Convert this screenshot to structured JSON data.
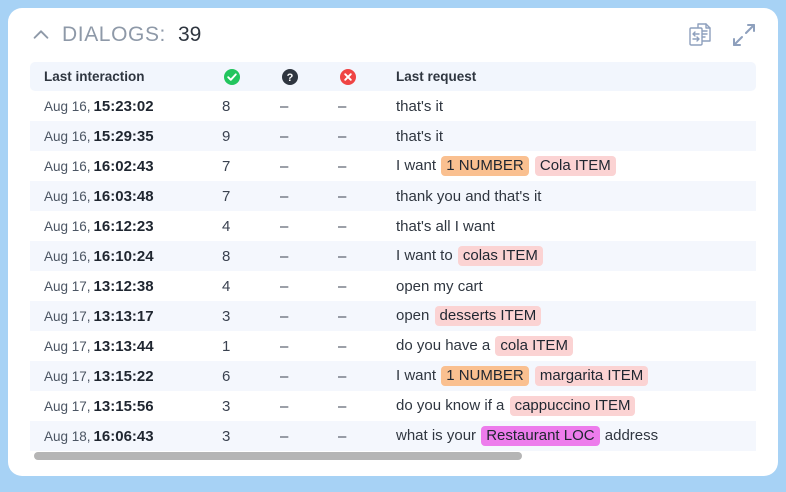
{
  "panel": {
    "title_label": "DIALOGS:",
    "count": "39",
    "collapse_icon": "chevron-up-icon",
    "actions": [
      {
        "name": "compare-documents-icon",
        "label": "compare-documents"
      },
      {
        "name": "expand-fullscreen-icon",
        "label": "expand-fullscreen"
      }
    ]
  },
  "colors": {
    "page_background": "#a7d2f5",
    "card_background": "#ffffff",
    "header_row": "#f2f6fd",
    "row_alt": "#f4f7fd",
    "title_grey": "#8e99a8",
    "status_ok": "#22c55e",
    "status_question": "#2f3640",
    "status_fail": "#ef4444",
    "entity_number": "#fac090",
    "entity_item": "#fbd3d3",
    "entity_loc": "#ed7cec",
    "scrollbar_thumb": "#b5b5b5"
  },
  "table": {
    "columns": [
      {
        "key": "date",
        "label": "Last interaction",
        "type": "text"
      },
      {
        "key": "ok",
        "label": "",
        "icon": "check-circle-icon",
        "type": "icon"
      },
      {
        "key": "question",
        "label": "",
        "icon": "question-circle-icon",
        "type": "icon"
      },
      {
        "key": "fail",
        "label": "",
        "icon": "x-circle-icon",
        "type": "icon"
      },
      {
        "key": "request",
        "label": "Last request",
        "type": "text"
      }
    ],
    "rows": [
      {
        "day": "Aug 16,",
        "time": "15:23:02",
        "ok": "8",
        "question": "–",
        "fail": "–",
        "request_parts": [
          {
            "t": "that's it",
            "e": null
          }
        ]
      },
      {
        "day": "Aug 16,",
        "time": "15:29:35",
        "ok": "9",
        "question": "–",
        "fail": "–",
        "request_parts": [
          {
            "t": "that's it",
            "e": null
          }
        ]
      },
      {
        "day": "Aug 16,",
        "time": "16:02:43",
        "ok": "7",
        "question": "–",
        "fail": "–",
        "request_parts": [
          {
            "t": "I want ",
            "e": null
          },
          {
            "t": "1 NUMBER",
            "e": "number"
          },
          {
            "t": " ",
            "e": null
          },
          {
            "t": "Cola ITEM",
            "e": "item"
          }
        ]
      },
      {
        "day": "Aug 16,",
        "time": "16:03:48",
        "ok": "7",
        "question": "–",
        "fail": "–",
        "request_parts": [
          {
            "t": "thank you and that's it",
            "e": null
          }
        ]
      },
      {
        "day": "Aug 16,",
        "time": "16:12:23",
        "ok": "4",
        "question": "–",
        "fail": "–",
        "request_parts": [
          {
            "t": "that's all I want",
            "e": null
          }
        ]
      },
      {
        "day": "Aug 16,",
        "time": "16:10:24",
        "ok": "8",
        "question": "–",
        "fail": "–",
        "request_parts": [
          {
            "t": "I want to ",
            "e": null
          },
          {
            "t": "colas ITEM",
            "e": "item"
          }
        ]
      },
      {
        "day": "Aug 17,",
        "time": "13:12:38",
        "ok": "4",
        "question": "–",
        "fail": "–",
        "request_parts": [
          {
            "t": "open my cart",
            "e": null
          }
        ]
      },
      {
        "day": "Aug 17,",
        "time": "13:13:17",
        "ok": "3",
        "question": "–",
        "fail": "–",
        "request_parts": [
          {
            "t": "open ",
            "e": null
          },
          {
            "t": "desserts ITEM",
            "e": "item"
          }
        ]
      },
      {
        "day": "Aug 17,",
        "time": "13:13:44",
        "ok": "1",
        "question": "–",
        "fail": "–",
        "request_parts": [
          {
            "t": "do you have a ",
            "e": null
          },
          {
            "t": "cola ITEM",
            "e": "item"
          }
        ]
      },
      {
        "day": "Aug 17,",
        "time": "13:15:22",
        "ok": "6",
        "question": "–",
        "fail": "–",
        "request_parts": [
          {
            "t": "I want ",
            "e": null
          },
          {
            "t": "1 NUMBER",
            "e": "number"
          },
          {
            "t": " ",
            "e": null
          },
          {
            "t": "margarita ITEM",
            "e": "item"
          }
        ]
      },
      {
        "day": "Aug 17,",
        "time": "13:15:56",
        "ok": "3",
        "question": "–",
        "fail": "–",
        "request_parts": [
          {
            "t": "do you know if a ",
            "e": null
          },
          {
            "t": "cappuccino ITEM",
            "e": "item"
          }
        ]
      },
      {
        "day": "Aug 18,",
        "time": "16:06:43",
        "ok": "3",
        "question": "–",
        "fail": "–",
        "request_parts": [
          {
            "t": "what is your ",
            "e": null
          },
          {
            "t": "Restaurant LOC",
            "e": "loc"
          },
          {
            "t": " address",
            "e": null
          }
        ]
      }
    ]
  }
}
